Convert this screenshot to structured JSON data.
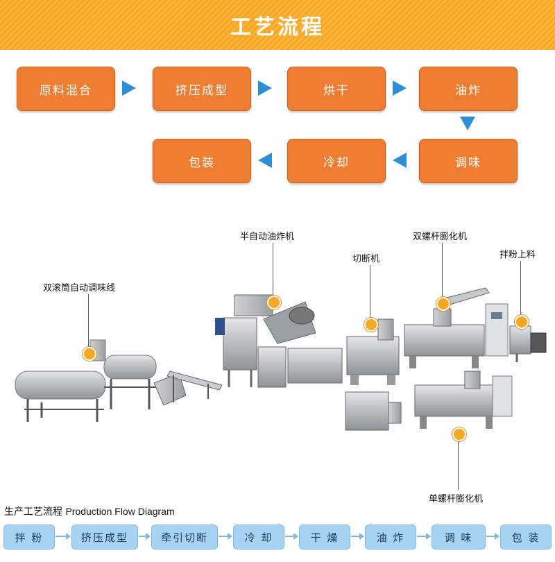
{
  "header": {
    "title": "工艺流程",
    "bg_color": "#f6a623"
  },
  "process_steps": [
    {
      "label": "原料混合"
    },
    {
      "label": "挤压成型"
    },
    {
      "label": "烘干"
    },
    {
      "label": "油炸"
    },
    {
      "label": "调味"
    },
    {
      "label": "冷却"
    },
    {
      "label": "包装"
    }
  ],
  "colors": {
    "step_fill": "#ef7d31",
    "arrow": "#2e8fd6",
    "marker": "#f5a623",
    "flow_fill": "#a6d4f2"
  },
  "machines": [
    {
      "label": "双滚筒自动调味线"
    },
    {
      "label": "半自动油炸机"
    },
    {
      "label": "切断机"
    },
    {
      "label": "双螺杆膨化机"
    },
    {
      "label": "拌粉上料"
    },
    {
      "label": "单螺杆膨化机"
    }
  ],
  "production_flow": {
    "title_cn": "生产工艺流程",
    "title_en": "Production Flow Diagram",
    "steps": [
      {
        "label": "拌 粉"
      },
      {
        "label": "挤压成型"
      },
      {
        "label": "牵引切断"
      },
      {
        "label": "冷 却"
      },
      {
        "label": "干 燥"
      },
      {
        "label": "油 炸"
      },
      {
        "label": "调 味"
      },
      {
        "label": "包 装"
      }
    ]
  }
}
